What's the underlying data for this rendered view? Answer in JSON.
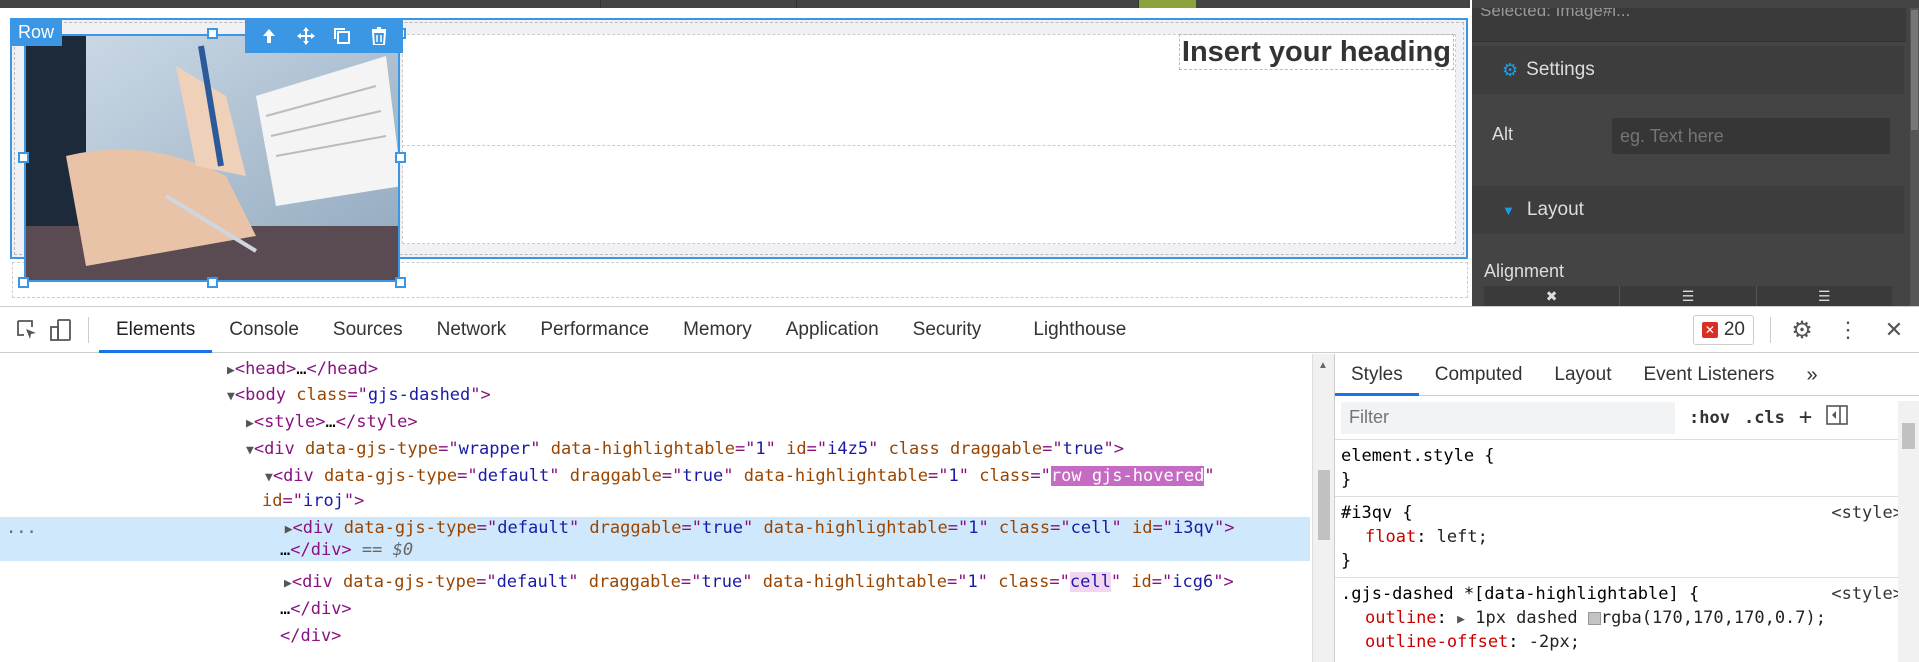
{
  "canvas": {
    "row_badge": "Row",
    "heading": "Insert your heading",
    "toolbar_icons": [
      "arrow-up-icon",
      "move-icon",
      "clone-icon",
      "trash-icon"
    ]
  },
  "panel": {
    "top_label": "Selected: Image#i...",
    "settings_title": "Settings",
    "alt_label": "Alt",
    "alt_placeholder": "eg. Text here",
    "layout_title": "Layout",
    "alignment_label": "Alignment"
  },
  "devtools": {
    "tabs": [
      "Elements",
      "Console",
      "Sources",
      "Network",
      "Performance",
      "Memory",
      "Application",
      "Security",
      "Lighthouse"
    ],
    "active_tab": "Elements",
    "error_count": "20",
    "dom_lines": [
      {
        "indent": 0,
        "text_open": "<head>",
        "mid": "…",
        "text_close": "</head>"
      },
      {
        "tag": "body",
        "attrs": "class=\"gjs-dashed\""
      }
    ],
    "selected_suffix": "== $0"
  },
  "styles": {
    "tabs": [
      "Styles",
      "Computed",
      "Layout",
      "Event Listeners"
    ],
    "active_tab": "Styles",
    "filter_placeholder": "Filter",
    "hov": ":hov",
    "cls": ".cls",
    "rules": [
      {
        "selector": "element.style {",
        "source": ""
      },
      {
        "selector": "#i3qv {",
        "source": "<style>",
        "prop": "float",
        "value": "left;"
      },
      {
        "selector": ".gjs-dashed *[data-highlightable] {",
        "source": "<style>",
        "prop": "outline",
        "value": "1px dashed",
        "value2": "rgba(170,170,170,0.7);",
        "prop2": "outline-offset",
        "value3": "-2px;"
      }
    ]
  }
}
